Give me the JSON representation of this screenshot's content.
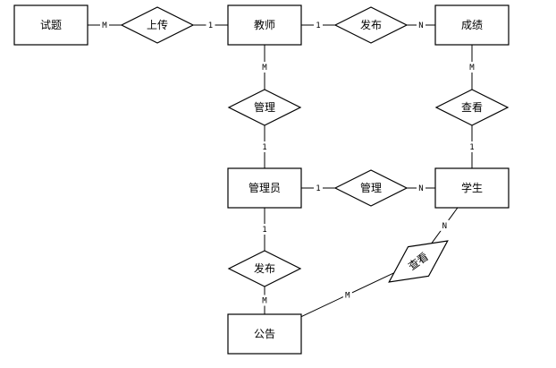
{
  "entities": [
    {
      "id": "shiti",
      "label": "试题"
    },
    {
      "id": "jiaoshi",
      "label": "教师"
    },
    {
      "id": "chengji",
      "label": "成绩"
    },
    {
      "id": "guanliyuan",
      "label": "管理员"
    },
    {
      "id": "xuesheng",
      "label": "学生"
    },
    {
      "id": "gonggao",
      "label": "公告"
    }
  ],
  "relationships": [
    {
      "id": "shangchuan",
      "label": "上传"
    },
    {
      "id": "fabu_chengji",
      "label": "发布"
    },
    {
      "id": "guanli_jiaoshi",
      "label": "管理"
    },
    {
      "id": "chakan_chengji",
      "label": "查看"
    },
    {
      "id": "guanli_xuesheng",
      "label": "管理"
    },
    {
      "id": "fabu_gonggao",
      "label": "发布"
    },
    {
      "id": "chakan_gonggao",
      "label": "查看"
    }
  ],
  "connections": [
    {
      "from": "shiti",
      "to": "shangchuan",
      "card": "M"
    },
    {
      "from": "shangchuan",
      "to": "jiaoshi",
      "card": "1"
    },
    {
      "from": "jiaoshi",
      "to": "fabu_chengji",
      "card": "1"
    },
    {
      "from": "fabu_chengji",
      "to": "chengji",
      "card": "N"
    },
    {
      "from": "jiaoshi",
      "to": "guanli_jiaoshi",
      "card": "M"
    },
    {
      "from": "guanli_jiaoshi",
      "to": "guanliyuan",
      "card": "1"
    },
    {
      "from": "chengji",
      "to": "chakan_chengji",
      "card": "M"
    },
    {
      "from": "chakan_chengji",
      "to": "xuesheng",
      "card": "1"
    },
    {
      "from": "guanliyuan",
      "to": "guanli_xuesheng",
      "card": "1"
    },
    {
      "from": "guanli_xuesheng",
      "to": "xuesheng",
      "card": "N"
    },
    {
      "from": "guanliyuan",
      "to": "fabu_gonggao",
      "card": "1"
    },
    {
      "from": "fabu_gonggao",
      "to": "gonggao",
      "card": "M"
    },
    {
      "from": "xuesheng",
      "to": "chakan_gonggao",
      "card": "N"
    },
    {
      "from": "chakan_gonggao",
      "to": "gonggao",
      "card": "M"
    }
  ]
}
